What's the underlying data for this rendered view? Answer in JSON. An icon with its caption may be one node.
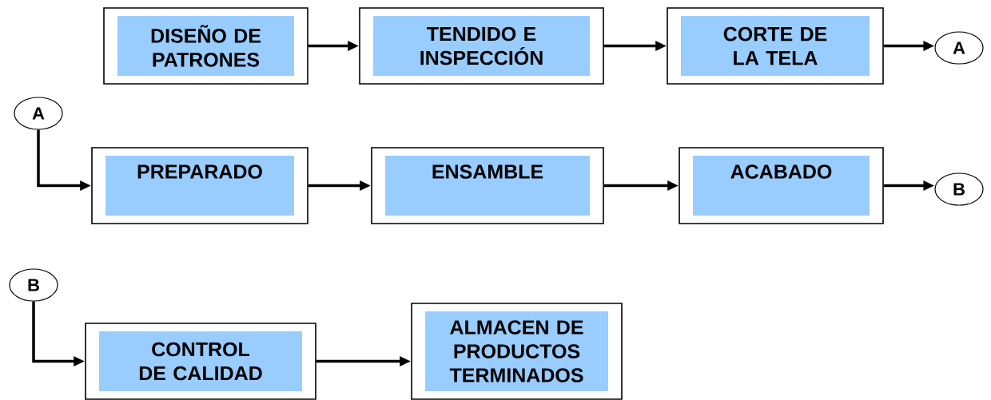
{
  "diagram": {
    "nodes": [
      {
        "text": [
          "DISEÑO DE PATRONES"
        ]
      },
      {
        "text": [
          "TENDIDO E INSPECCIÓN"
        ]
      },
      {
        "text": [
          "CORTE DE LA TELA"
        ]
      },
      {
        "text": [
          "A"
        ]
      },
      {
        "text": [
          "A"
        ]
      },
      {
        "text": [
          "PREPARADO"
        ]
      },
      {
        "text": [
          "ENSAMBLE"
        ]
      },
      {
        "text": [
          "ACABADO"
        ]
      },
      {
        "text": [
          "B"
        ]
      },
      {
        "text": [
          "B"
        ]
      },
      {
        "text": [
          "CONTROL DE CALIDAD"
        ]
      },
      {
        "text": [
          "ALMACEN DE PRODUCTOS TERMINADOS"
        ]
      }
    ],
    "edges": [
      {
        "from": 0,
        "to": 1,
        "arrow": "to"
      },
      {
        "from": 1,
        "to": 2,
        "arrow": "to"
      },
      {
        "from": 2,
        "to": 3,
        "arrow": "to"
      },
      {
        "from": 4,
        "to": 5,
        "arrow": "to"
      },
      {
        "from": 5,
        "to": 6,
        "arrow": "to"
      },
      {
        "from": 6,
        "to": 7,
        "arrow": "to"
      },
      {
        "from": 7,
        "to": 8,
        "arrow": "to"
      },
      {
        "from": 9,
        "to": 10,
        "arrow": "to"
      },
      {
        "from": 10,
        "to": 11,
        "arrow": "to"
      }
    ]
  }
}
